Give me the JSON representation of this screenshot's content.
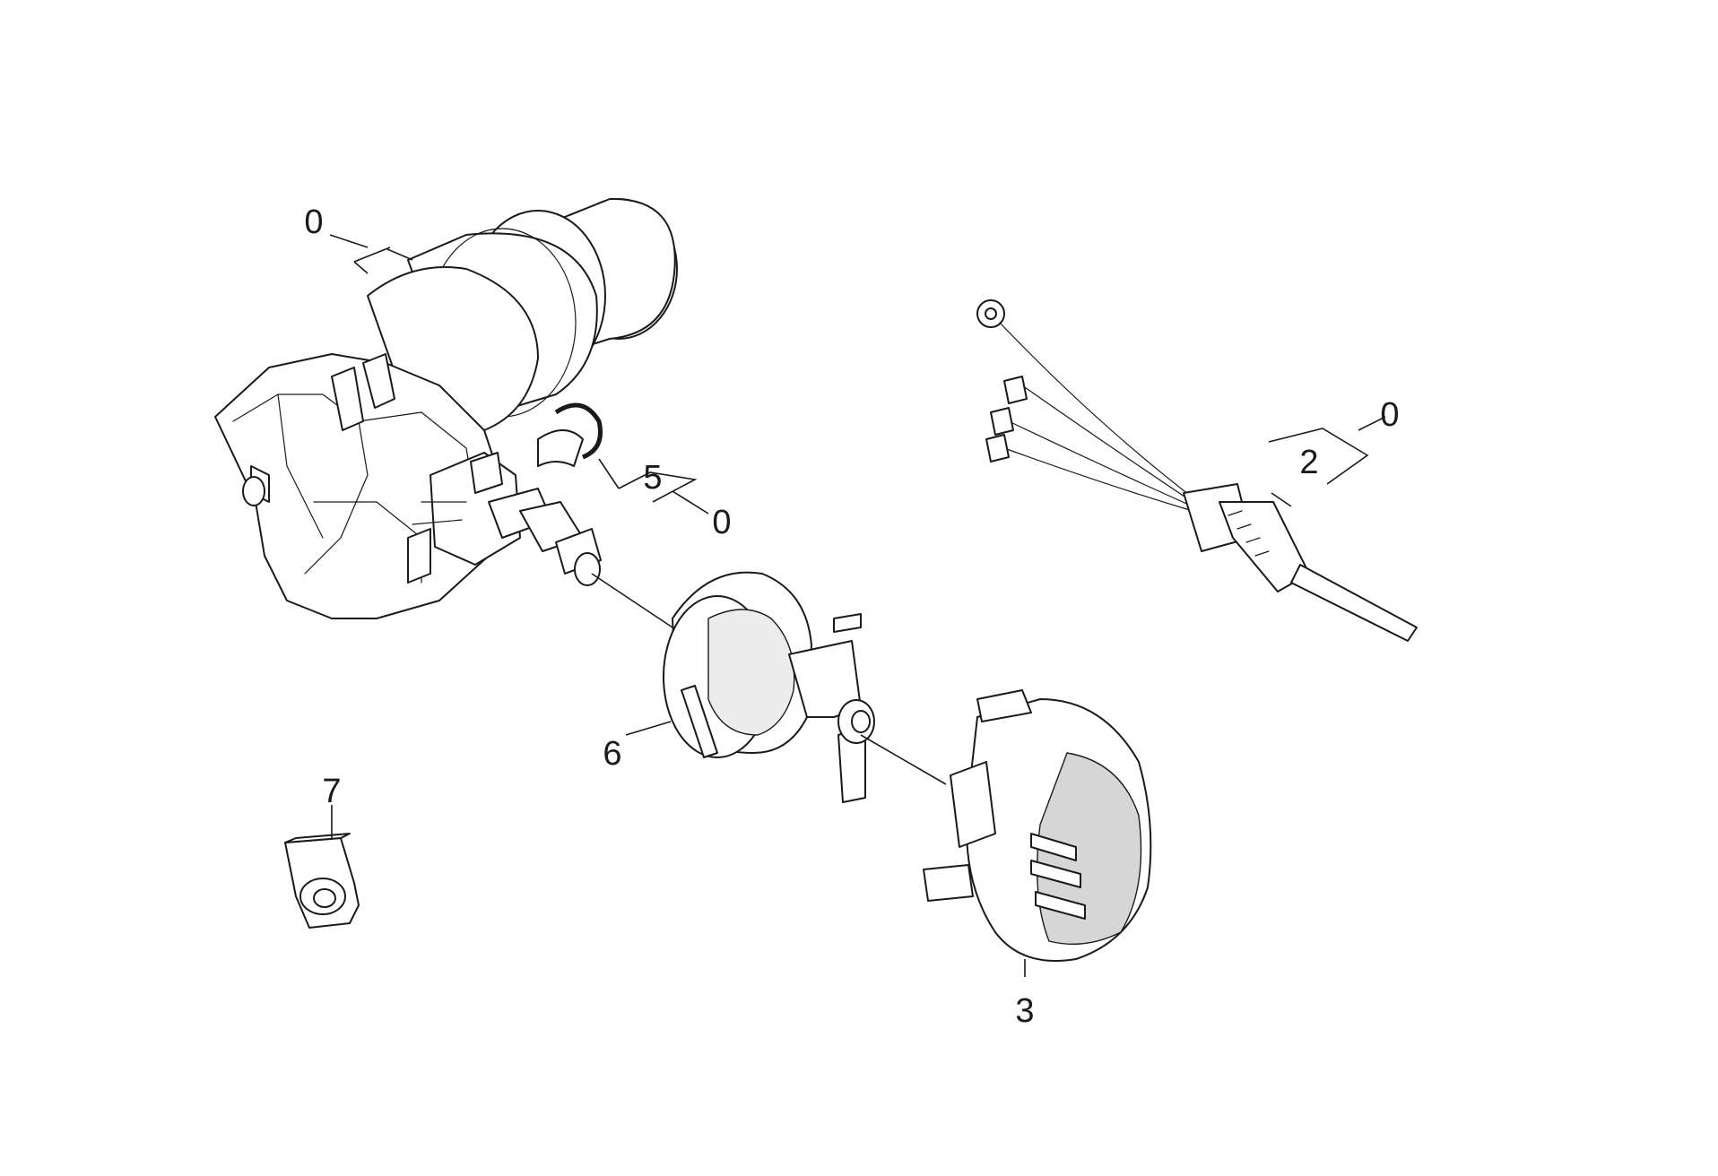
{
  "callouts": {
    "motor_group": "0",
    "oring_main": "5",
    "oring_sub": "0",
    "cable_main": "2",
    "cable_sub": "0",
    "cap": "3",
    "adapter": "6",
    "nut": "7"
  }
}
